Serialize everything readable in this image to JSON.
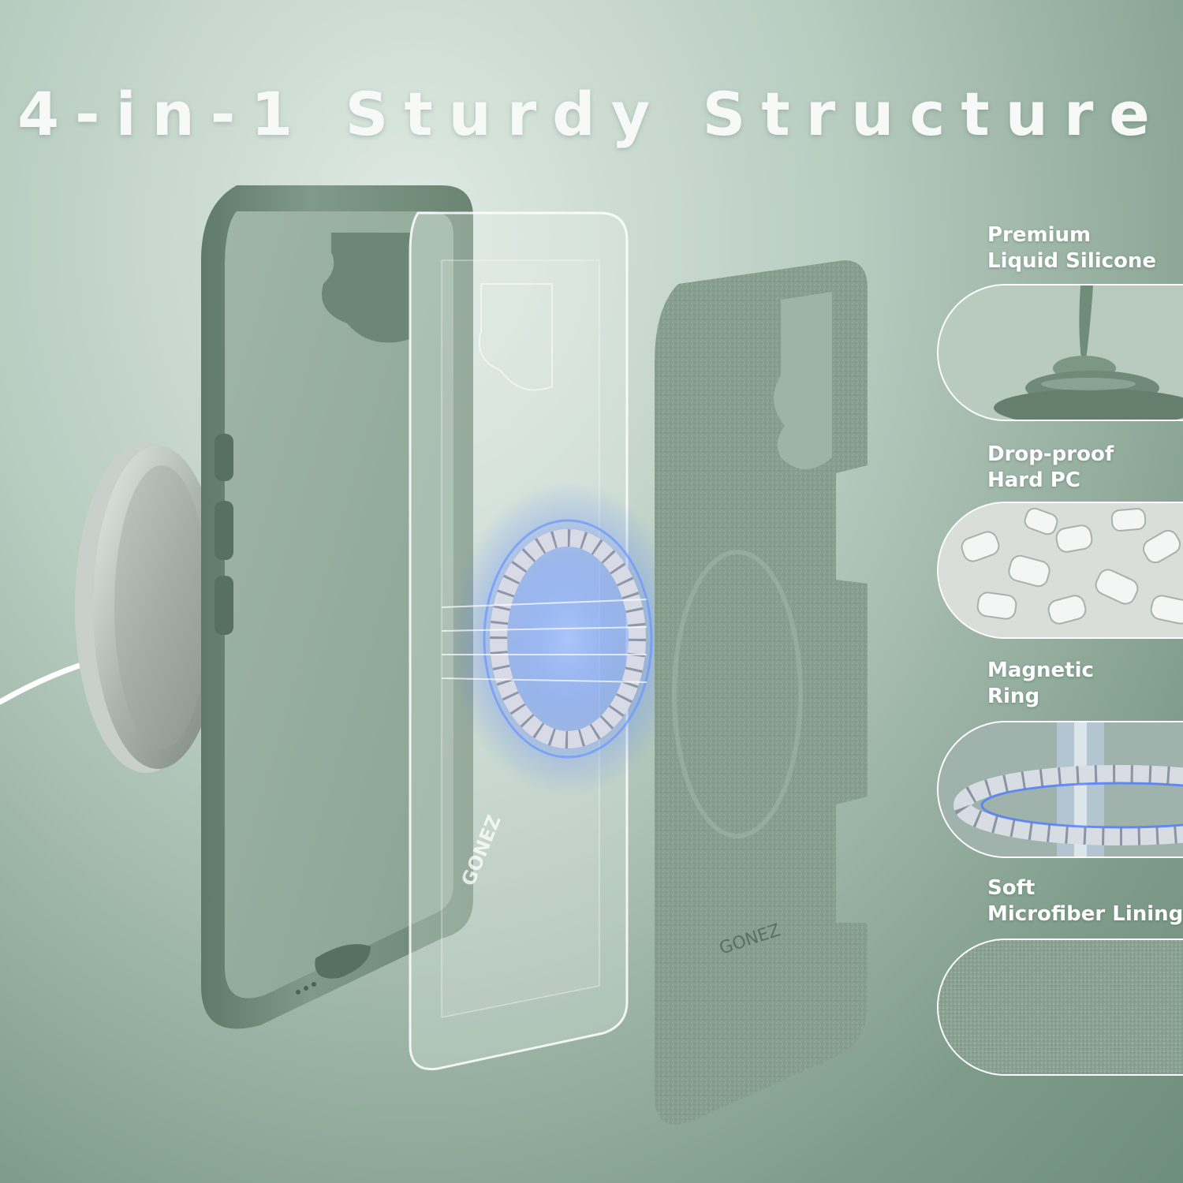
{
  "headline": "4-in-1 Sturdy Structure",
  "brand_marks": [
    "GONEZ",
    "GONEZ"
  ],
  "features": [
    {
      "line1": "Premium",
      "line2": "Liquid Silicone",
      "icon": "liquid-silicone-swatch"
    },
    {
      "line1": "Drop-proof",
      "line2": "Hard PC",
      "icon": "hard-pc-pellets-swatch"
    },
    {
      "line1": "Magnetic",
      "line2": "Ring",
      "icon": "magnetic-ring-swatch"
    },
    {
      "line1": "Soft",
      "line2": "Microfiber Lining",
      "icon": "microfiber-swatch"
    }
  ],
  "colors": {
    "sage_green": "#7d9a87",
    "case_frame": "#6f8b78",
    "lining": "#879f8e",
    "magsafe_glow": "#4f7cff",
    "label_text": "#ffffff"
  }
}
